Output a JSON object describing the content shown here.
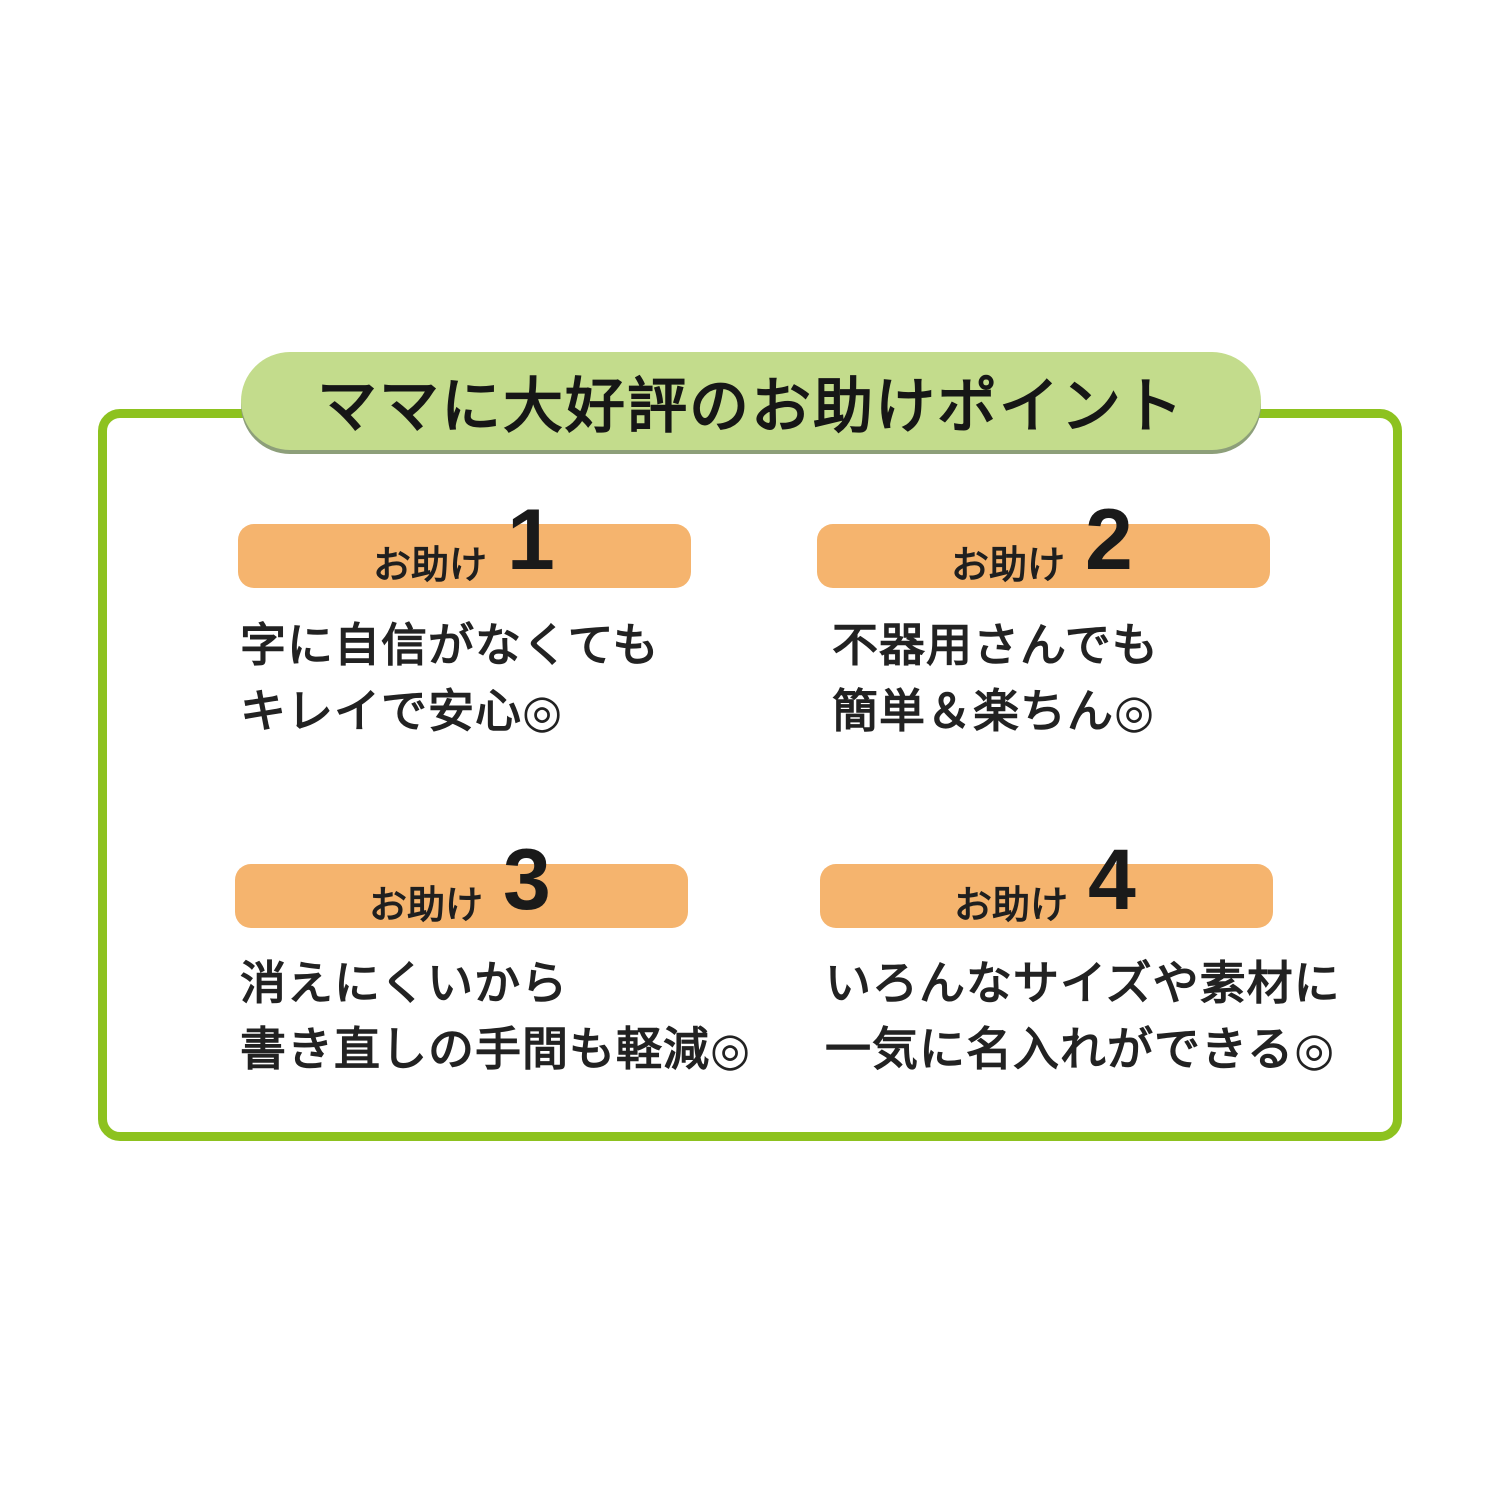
{
  "title": "ママに大好評のお助けポイント",
  "points": [
    {
      "tag_label": "お助け",
      "number": "1",
      "line1": "字に自信がなくても",
      "line2": "キレイで安心◎"
    },
    {
      "tag_label": "お助け",
      "number": "2",
      "line1": "不器用さんでも",
      "line2": "簡単＆楽ちん◎"
    },
    {
      "tag_label": "お助け",
      "number": "3",
      "line1": "消えにくいから",
      "line2": "書き直しの手間も軽減◎"
    },
    {
      "tag_label": "お助け",
      "number": "4",
      "line1": "いろんなサイズや素材に",
      "line2": "一気に名入れができる◎"
    }
  ],
  "colors": {
    "frame_border": "#8dc21f",
    "title_banner": "#c3dc8c",
    "tag_background": "#f5b46e"
  }
}
